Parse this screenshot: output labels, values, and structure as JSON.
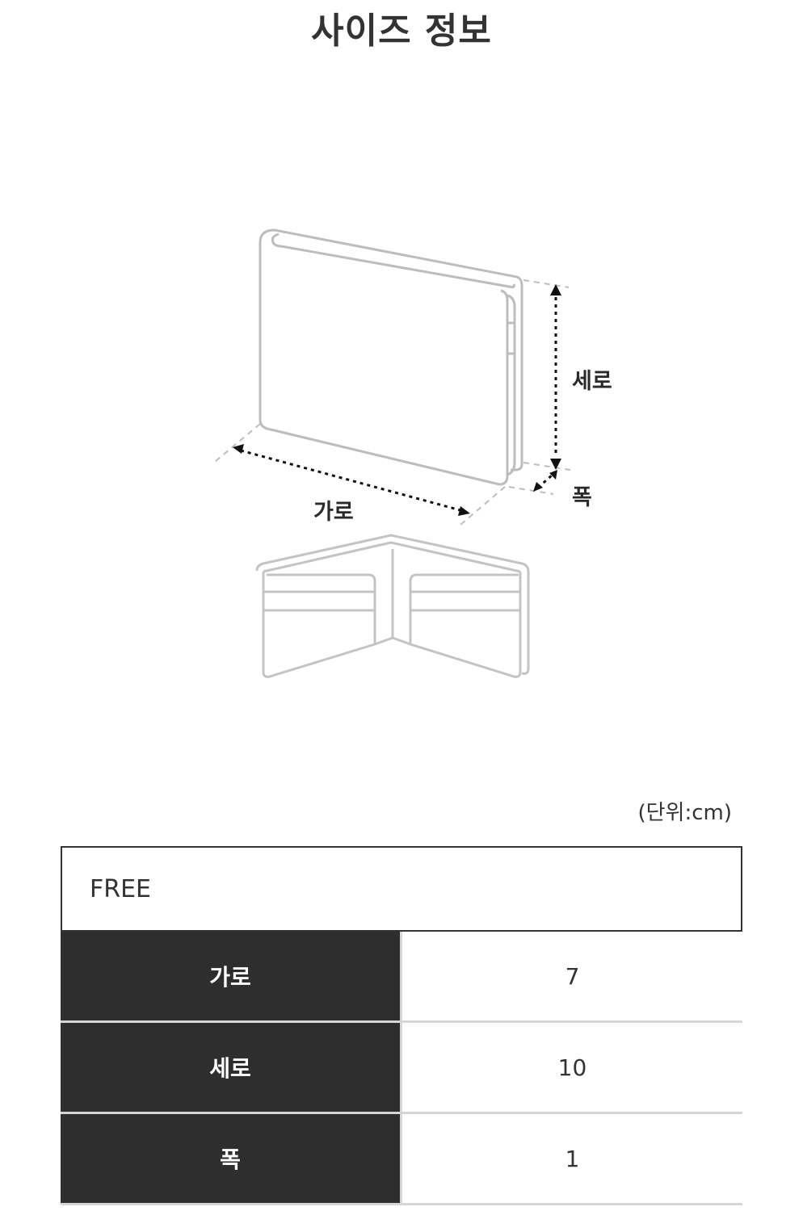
{
  "title": "사이즈 정보",
  "diagram": {
    "labels": {
      "width": "가로",
      "height": "세로",
      "depth": "폭"
    },
    "icons": [
      "closed-wallet-icon",
      "open-wallet-icon"
    ]
  },
  "unit_note": "(단위:cm)",
  "size_table": {
    "size_label": "FREE",
    "rows": [
      {
        "label": "가로",
        "value": "7"
      },
      {
        "label": "세로",
        "value": "10"
      },
      {
        "label": "폭",
        "value": "1"
      }
    ]
  },
  "colors": {
    "header_cell": "#2e2e2e",
    "border": "#333333",
    "divider": "#d6d6d6",
    "illustration_stroke": "#bdbdbd"
  }
}
